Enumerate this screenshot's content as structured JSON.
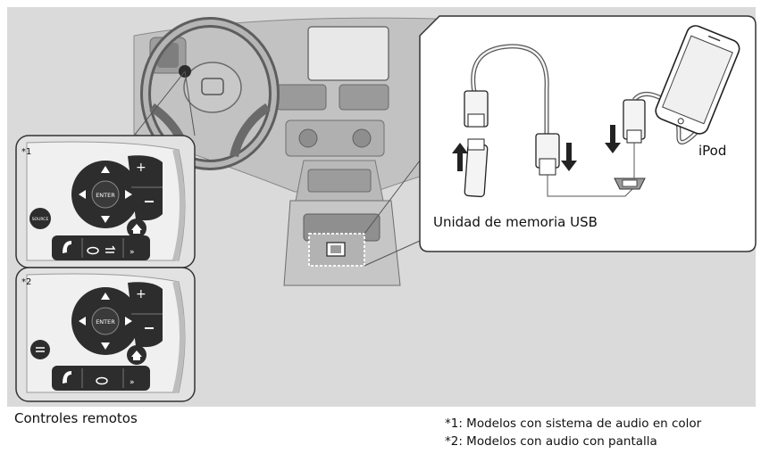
{
  "labels": {
    "remote_controls": "Controles remotos",
    "ipod": "iPod",
    "usb_memory": "Unidad de memoria USB"
  },
  "inset_tags": {
    "model1": "*1",
    "model2": "*2"
  },
  "footnotes": {
    "note1": "*1: Modelos con sistema de audio en color",
    "note2": "*2: Modelos con audio con pantalla"
  },
  "button_labels": {
    "enter": "ENTER",
    "source": "SOURCE"
  },
  "colors": {
    "background_panel": "#d9d9d9",
    "line": "#555555",
    "button_dark": "#2d2d2d",
    "white_box": "#ffffff"
  }
}
